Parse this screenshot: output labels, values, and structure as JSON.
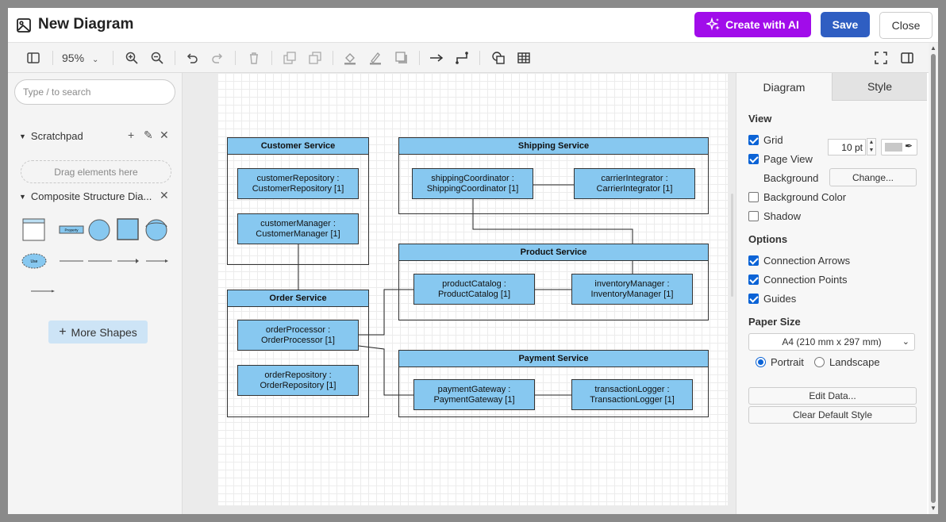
{
  "header": {
    "title": "New Diagram",
    "ai_button": "Create with AI",
    "save_button": "Save",
    "close_button": "Close"
  },
  "toolbar": {
    "zoom": "95%",
    "icons": [
      "sidebar-toggle-icon",
      "zoom-in-icon",
      "zoom-out-icon",
      "undo-icon",
      "redo-icon",
      "delete-icon",
      "to-front-icon",
      "to-back-icon",
      "fill-color-icon",
      "line-color-icon",
      "shadow-icon",
      "connection-icon",
      "waypoints-icon",
      "insert-shape-icon",
      "table-icon",
      "fullscreen-icon",
      "format-panel-icon"
    ]
  },
  "sidebar": {
    "search_placeholder": "Type / to search",
    "scratchpad": {
      "label": "Scratchpad",
      "drop_text": "Drag elements here"
    },
    "library": {
      "label": "Composite Structure Dia..."
    },
    "more_shapes": "More Shapes",
    "shape_labels": {
      "property": "Property",
      "use": "Use"
    }
  },
  "diagram": {
    "services": [
      {
        "title": "Customer Service",
        "parts": [
          {
            "line1": "customerRepository :",
            "line2": "CustomerRepository [1]"
          },
          {
            "line1": "customerManager :",
            "line2": "CustomerManager [1]"
          }
        ]
      },
      {
        "title": "Shipping Service",
        "parts": [
          {
            "line1": "shippingCoordinator :",
            "line2": "ShippingCoordinator [1]"
          },
          {
            "line1": "carrierIntegrator :",
            "line2": "CarrierIntegrator [1]"
          }
        ]
      },
      {
        "title": "Product Service",
        "parts": [
          {
            "line1": "productCatalog :",
            "line2": "ProductCatalog [1]"
          },
          {
            "line1": "inventoryManager :",
            "line2": "InventoryManager [1]"
          }
        ]
      },
      {
        "title": "Order Service",
        "parts": [
          {
            "line1": "orderProcessor :",
            "line2": "OrderProcessor [1]"
          },
          {
            "line1": "orderRepository :",
            "line2": "OrderRepository [1]"
          }
        ]
      },
      {
        "title": "Payment Service",
        "parts": [
          {
            "line1": "paymentGateway :",
            "line2": "PaymentGateway [1]"
          },
          {
            "line1": "transactionLogger :",
            "line2": "TransactionLogger [1]"
          }
        ]
      }
    ]
  },
  "panel": {
    "tabs": [
      "Diagram",
      "Style"
    ],
    "view_heading": "View",
    "grid": {
      "label": "Grid",
      "checked": true,
      "size": "10 pt"
    },
    "page_view": {
      "label": "Page View",
      "checked": true
    },
    "background": {
      "label": "Background",
      "button": "Change..."
    },
    "background_color": {
      "label": "Background Color",
      "checked": false
    },
    "shadow": {
      "label": "Shadow",
      "checked": false
    },
    "options_heading": "Options",
    "connection_arrows": {
      "label": "Connection Arrows",
      "checked": true
    },
    "connection_points": {
      "label": "Connection Points",
      "checked": true
    },
    "guides": {
      "label": "Guides",
      "checked": true
    },
    "paper_heading": "Paper Size",
    "paper_size": "A4 (210 mm x 297 mm)",
    "portrait": "Portrait",
    "landscape": "Landscape",
    "orientation": "portrait",
    "edit_data": "Edit Data...",
    "clear_style": "Clear Default Style"
  },
  "colors": {
    "ai_button": "#a10cea",
    "save_button": "#2f5ec2",
    "shape_fill": "#87c8f0",
    "checkbox": "#0b63d6"
  }
}
